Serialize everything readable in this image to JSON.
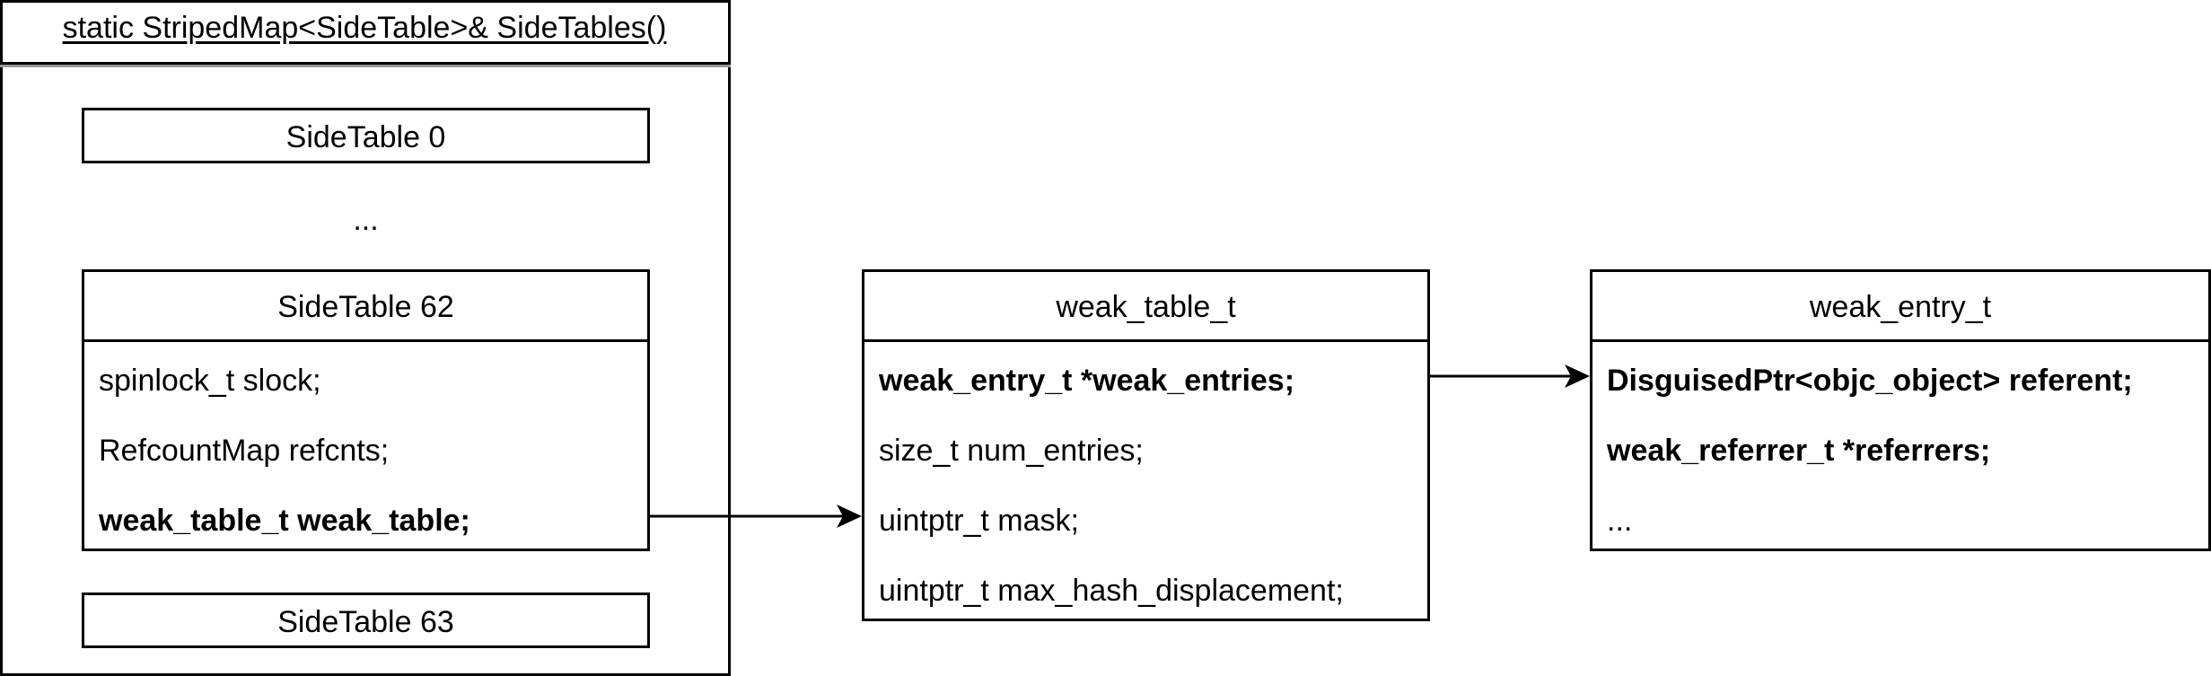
{
  "stripedmap": {
    "header": "static StripedMap<SideTable>& SideTables()"
  },
  "sidetables": {
    "table0": "SideTable 0",
    "ellipsis": "...",
    "table62": {
      "title": "SideTable 62",
      "fields": [
        "spinlock_t slock;",
        "RefcountMap refcnts;",
        "weak_table_t weak_table;"
      ]
    },
    "table63": "SideTable 63"
  },
  "weak_table": {
    "title": "weak_table_t",
    "fields": [
      "weak_entry_t *weak_entries;",
      "size_t num_entries;",
      "uintptr_t mask;",
      "uintptr_t max_hash_displacement;"
    ]
  },
  "weak_entry": {
    "title": "weak_entry_t",
    "fields": [
      "DisguisedPtr<objc_object> referent;",
      "weak_referrer_t *referrers;",
      "..."
    ]
  },
  "colors": {
    "stroke": "#000000",
    "background": "#ffffff",
    "header_divider": "#999999"
  }
}
